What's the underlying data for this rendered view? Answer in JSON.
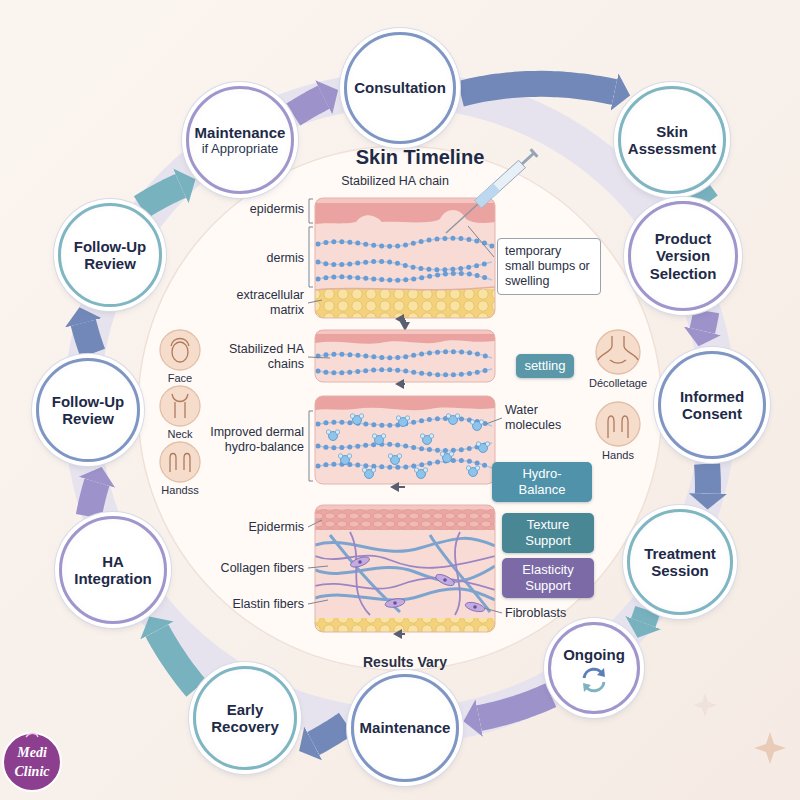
{
  "diagram": {
    "title": "Skin Timeline",
    "nodes": [
      {
        "text": [
          "Consultation"
        ]
      },
      {
        "text": [
          "Skin Assessment"
        ]
      },
      {
        "text": [
          "Product Version Selection"
        ]
      },
      {
        "text": [
          "Informed Consent"
        ]
      },
      {
        "text": [
          "Treatment Session"
        ]
      },
      {
        "text": [
          "Ongoing"
        ]
      },
      {
        "text": [
          "Maintenance"
        ]
      },
      {
        "text": [
          "Early Recovery"
        ]
      },
      {
        "text": [
          "HA Integration"
        ]
      },
      {
        "text": [
          "Follow-Up Review"
        ]
      },
      {
        "text": [
          "Follow-Up Review"
        ]
      },
      {
        "text": [
          "Maintenance",
          "if Appropriate"
        ]
      },
      {
        "text": [
          "temporary small bumps or swelling"
        ]
      },
      {
        "text": [
          "settling"
        ]
      },
      {
        "text": [
          "Hydro-Balance"
        ]
      },
      {
        "text": [
          "Texture Support"
        ]
      },
      {
        "text": [
          "Elasticity Support"
        ]
      }
    ],
    "edges": [
      {
        "from": 0,
        "to": 1,
        "arrow": "to"
      },
      {
        "from": 1,
        "to": 2,
        "arrow": "to"
      },
      {
        "from": 2,
        "to": 3,
        "arrow": "to"
      },
      {
        "from": 3,
        "to": 4,
        "arrow": "to"
      },
      {
        "from": 4,
        "to": 5,
        "arrow": "to"
      },
      {
        "from": 5,
        "to": 6,
        "arrow": "to"
      },
      {
        "from": 6,
        "to": 7,
        "arrow": "to"
      },
      {
        "from": 7,
        "to": 8,
        "arrow": "to"
      },
      {
        "from": 8,
        "to": 9,
        "arrow": "to"
      },
      {
        "from": 9,
        "to": 10,
        "arrow": "to"
      },
      {
        "from": 10,
        "to": 11,
        "arrow": "to"
      },
      {
        "from": 11,
        "to": 0,
        "arrow": "to"
      }
    ],
    "labels": [
      "Stabilized HA chain",
      "epidermis",
      "dermis",
      "extracellular matrix",
      "Stabilized HA chains",
      "Improved dermal hydro-balance",
      "Water molecules",
      "Epidermis",
      "Collagen fibers",
      "Elastin fibers",
      "Fibroblasts",
      "Results Vary",
      "Face",
      "Neck",
      "Handss",
      "Décolletage",
      "Hands",
      "Medi",
      "Clinic"
    ]
  }
}
